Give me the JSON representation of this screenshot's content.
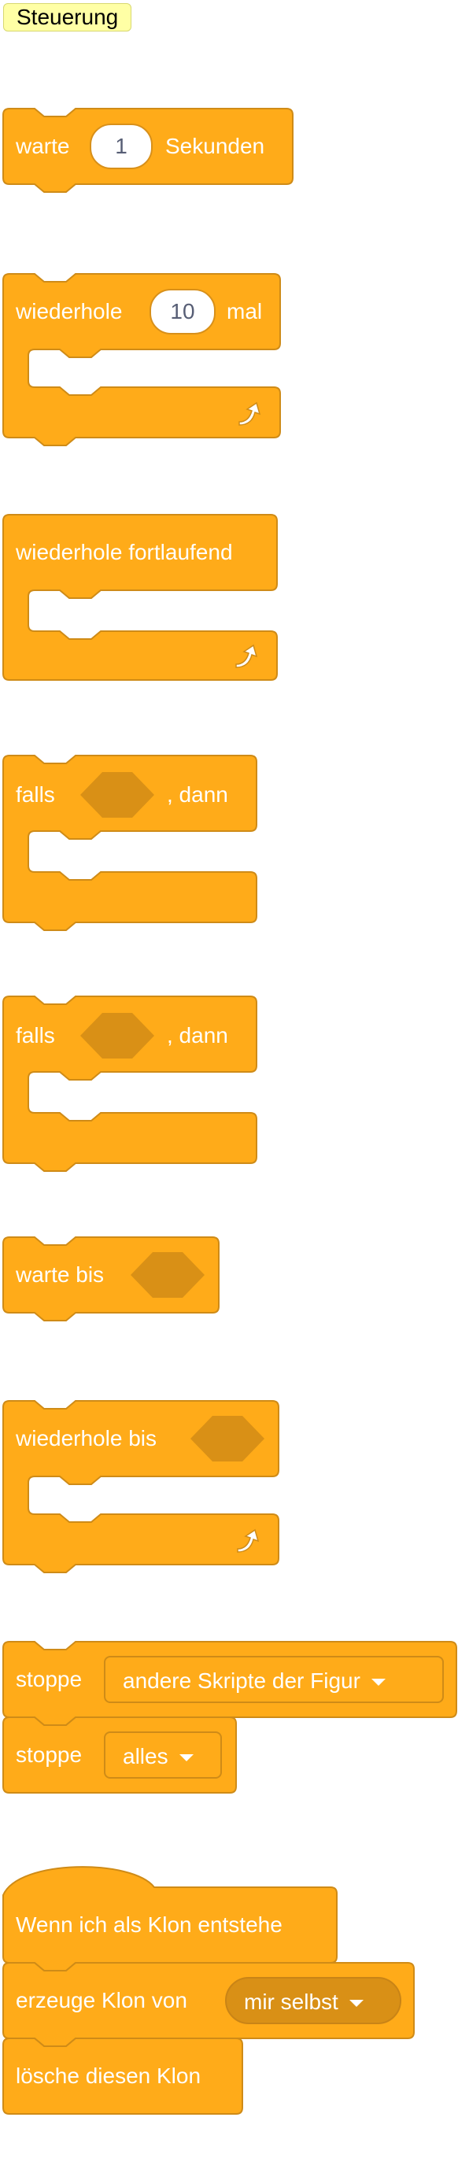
{
  "category": {
    "label": "Steuerung"
  },
  "colors": {
    "block": "#ffab19",
    "border": "#cf8b17",
    "slot": "#d99016"
  },
  "blocks": {
    "wait": {
      "text_before": "warte",
      "value": "1",
      "text_after": "Sekunden"
    },
    "repeat": {
      "text_before": "wiederhole",
      "value": "10",
      "text_after": "mal",
      "icon": "loop-arrow-icon"
    },
    "forever": {
      "text": "wiederhole fortlaufend",
      "icon": "loop-arrow-icon"
    },
    "if_then_1": {
      "text_before": "falls",
      "text_after": ", dann"
    },
    "if_then_2": {
      "text_before": "falls",
      "text_after": ", dann"
    },
    "wait_until": {
      "text": "warte bis"
    },
    "repeat_until": {
      "text": "wiederhole bis",
      "icon": "loop-arrow-icon"
    },
    "stop_other": {
      "text": "stoppe",
      "option": "andere Skripte der Figur"
    },
    "stop_all": {
      "text": "stoppe",
      "option": "alles"
    },
    "clone_hat": {
      "text": "Wenn ich als Klon entstehe"
    },
    "create_clone": {
      "text": "erzeuge Klon von",
      "option": "mir selbst"
    },
    "delete_clone": {
      "text": "lösche diesen Klon"
    }
  }
}
